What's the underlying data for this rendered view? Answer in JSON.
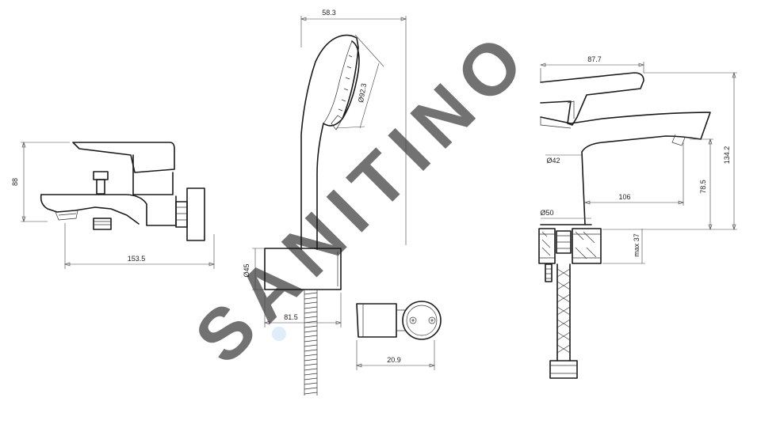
{
  "watermark": {
    "text": "SANITINO",
    "color": "#e6e6e6",
    "dot_color": "#cfe3f5"
  },
  "colors": {
    "line": "#1a1a1a",
    "dimension": "#444444",
    "hatch": "#555555"
  },
  "dimensions": {
    "bath_mixer_height": "88",
    "bath_mixer_depth": "153.5",
    "hand_shower_top": "58.3",
    "hand_shower_head_diameter": "Ø92.3",
    "holder_diameter": "Ø45",
    "holder_width": "81.5",
    "holder_plate": "20.9",
    "basin_reach": "87.7",
    "basin_spout_diameter": "Ø42",
    "basin_base_diameter": "Ø50",
    "basin_outlet_reach": "106",
    "basin_total_height": "134.2",
    "basin_outlet_height": "78.5",
    "basin_max_thickness": "max 37"
  }
}
